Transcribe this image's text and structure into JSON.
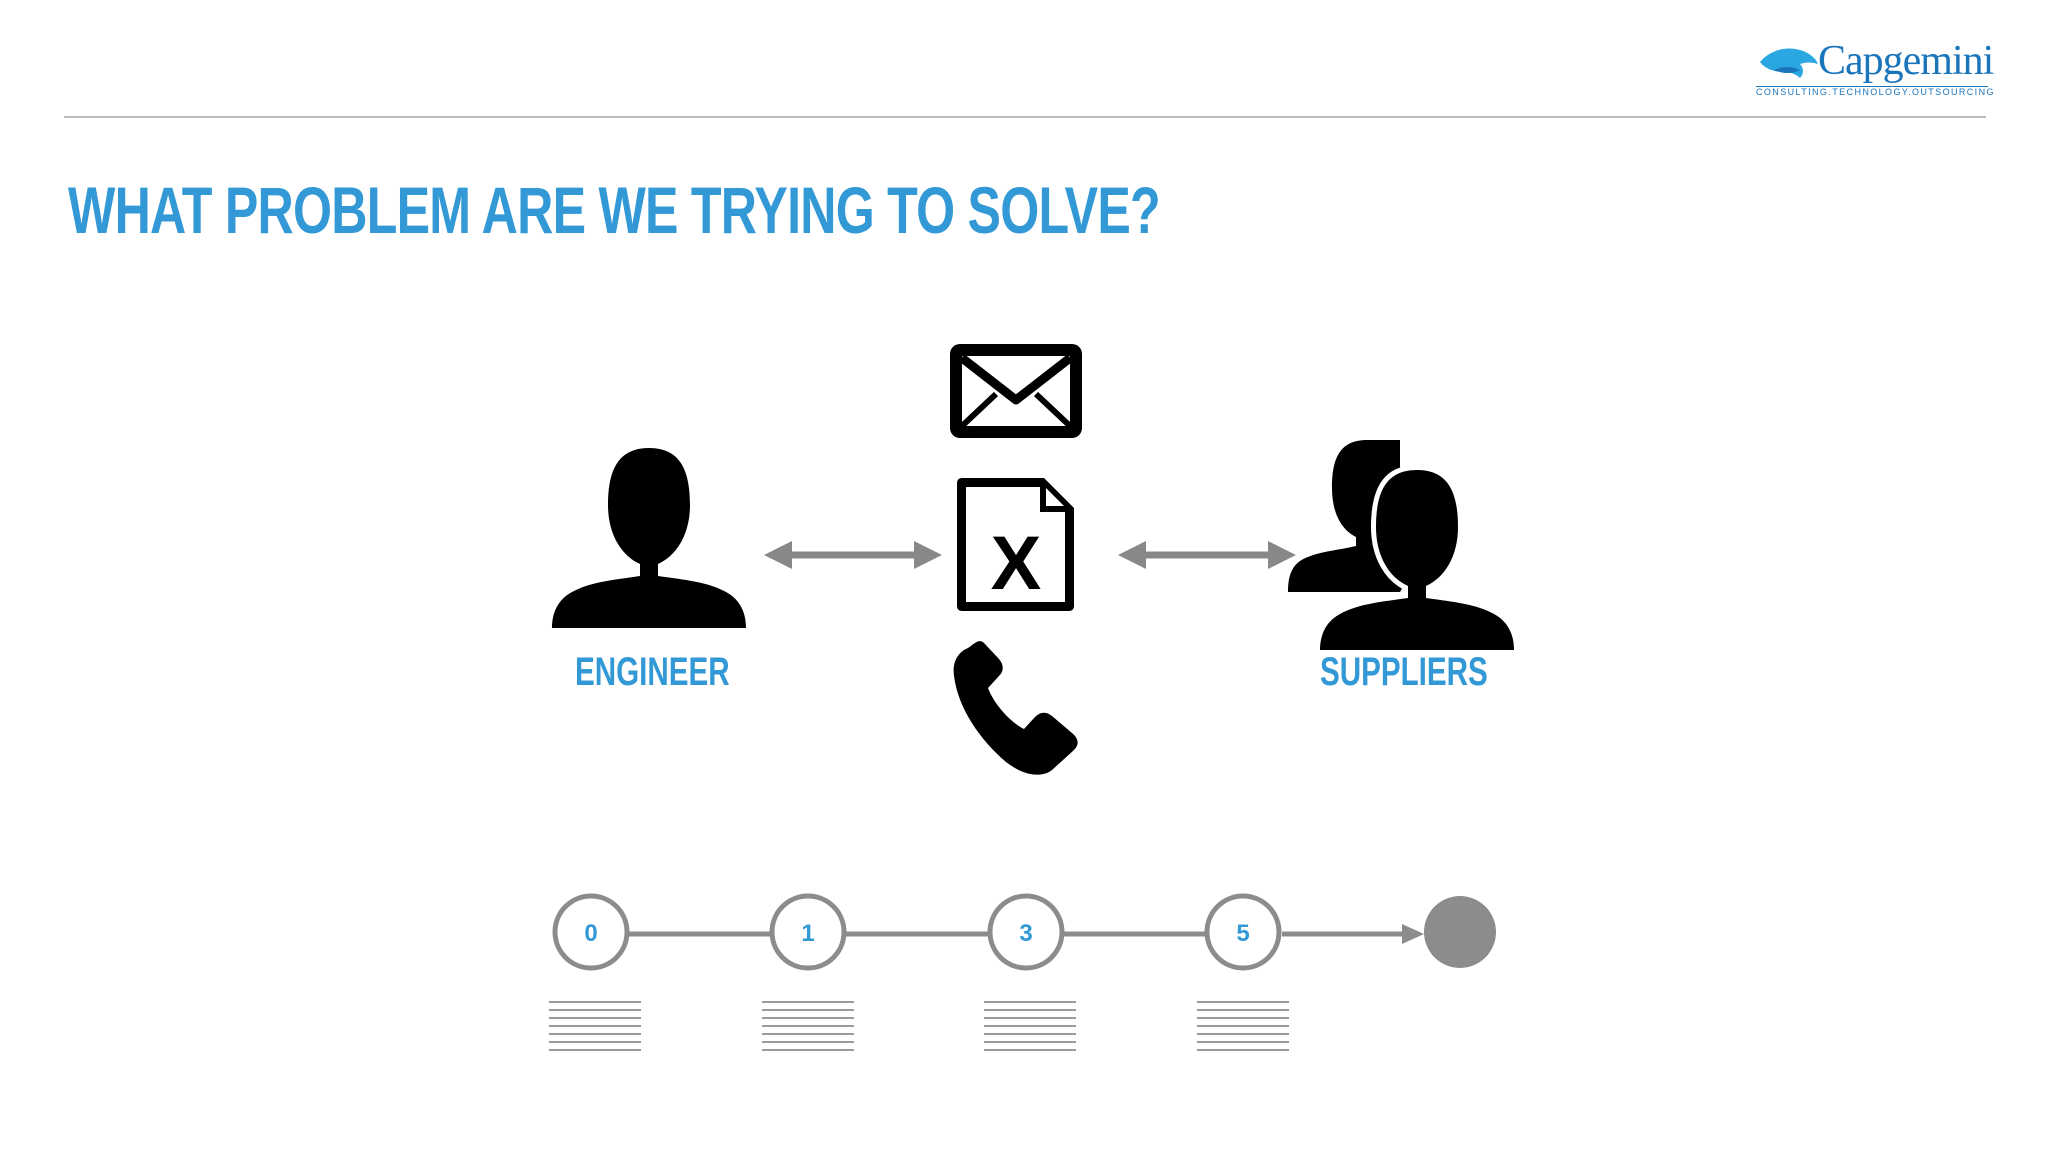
{
  "title": "WHAT PROBLEM ARE WE TRYING TO SOLVE?",
  "logo": {
    "wordmark": "Capgemini",
    "tagline": "CONSULTING.TECHNOLOGY.OUTSOURCING"
  },
  "diagram": {
    "left_node": {
      "label": "ENGINEER",
      "icon": "person-icon"
    },
    "right_node": {
      "label": "SUPPLIERS",
      "icon": "people-icon"
    },
    "channels": [
      "envelope-icon",
      "spreadsheet-file-icon",
      "phone-icon"
    ]
  },
  "timeline": {
    "steps": [
      "0",
      "1",
      "3",
      "5"
    ],
    "end_marker": "filled-circle"
  },
  "colors": {
    "accent": "#3399d6",
    "icon": "#000000",
    "arrow": "#888888",
    "timeline": "#8c8c8c",
    "rule": "#bdbdbd",
    "logo_blue": "#1b75bb"
  }
}
